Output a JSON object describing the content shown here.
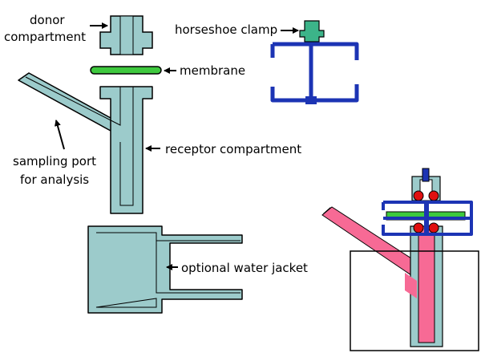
{
  "labels": {
    "donor_line1": "donor",
    "donor_line2": "compartment",
    "membrane": "membrane",
    "horseshoe_clamp": "horseshoe clamp",
    "receptor_compartment": "receptor compartment",
    "sampling_line1": "sampling port",
    "sampling_line2": "for analysis",
    "water_jacket": "optional water jacket"
  },
  "colors": {
    "glass": "#9ccbcb",
    "membrane": "#3ec93e",
    "clamp": "#1c34b4",
    "clamp_screw": "#3cb489",
    "receptor_fluid": "#f76a95",
    "seal": "#e01010",
    "outline": "#000000"
  }
}
